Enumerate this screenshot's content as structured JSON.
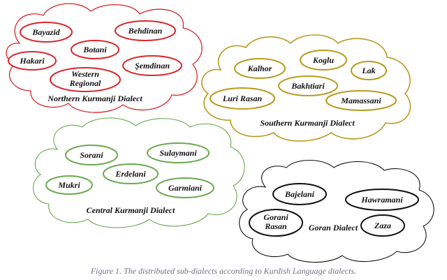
{
  "clusters": [
    {
      "id": "northern",
      "title": "Northern Kurmanji Dialect",
      "color": "#d9262b",
      "dialects": [
        "Bayazid",
        "Behdinan",
        "Botani",
        "Hakari",
        "Şemdinan",
        "Western Regional"
      ]
    },
    {
      "id": "southern",
      "title": "Southern Kurmanji Dialect",
      "color": "#b89a1e",
      "dialects": [
        "Kalhor",
        "Koglu",
        "Lak",
        "Bakhtiari",
        "Luri Rasan",
        "Mamassani"
      ]
    },
    {
      "id": "central",
      "title": "Central Kurmanji Dialect",
      "color": "#6aa84f",
      "dialects": [
        "Sorani",
        "Sulaymani",
        "Erdelani",
        "Mukri",
        "Garmiani"
      ]
    },
    {
      "id": "goran",
      "title": "Goran Dialect",
      "color": "#111111",
      "dialects": [
        "Bajelani",
        "Hawramani",
        "Gorani Rasan",
        "Zaza"
      ]
    }
  ],
  "caption": "Figure 1. The distributed sub-dialects according to Kurdish Language dialects."
}
